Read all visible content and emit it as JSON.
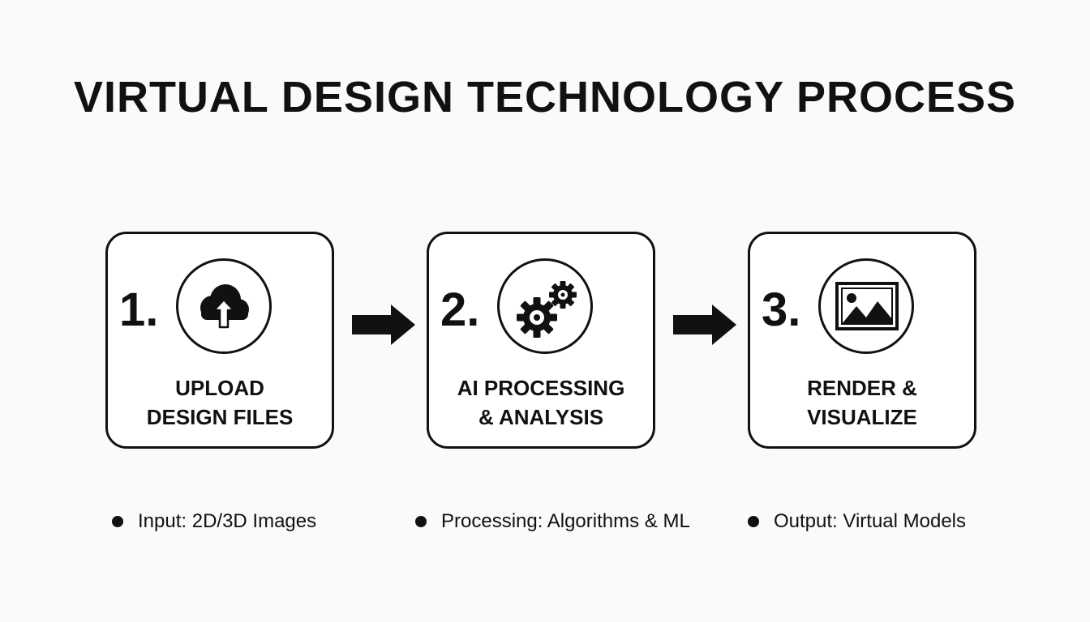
{
  "title": "VIRTUAL DESIGN TECHNOLOGY PROCESS",
  "steps": [
    {
      "number": "1.",
      "icon": "cloud-upload-icon",
      "label_line1": "UPLOAD",
      "label_line2": "DESIGN FILES"
    },
    {
      "number": "2.",
      "icon": "gears-icon",
      "label_line1": "AI PROCESSING",
      "label_line2": "& ANALYSIS"
    },
    {
      "number": "3.",
      "icon": "image-icon",
      "label_line1": "RENDER &",
      "label_line2": "VISUALIZE"
    }
  ],
  "bullets": [
    "Input: 2D/3D Images",
    "Processing: Algorithms & ML",
    "Output: Virtual Models"
  ],
  "colors": {
    "foreground": "#111111",
    "background": "#fafafa",
    "box_fill": "#ffffff"
  }
}
